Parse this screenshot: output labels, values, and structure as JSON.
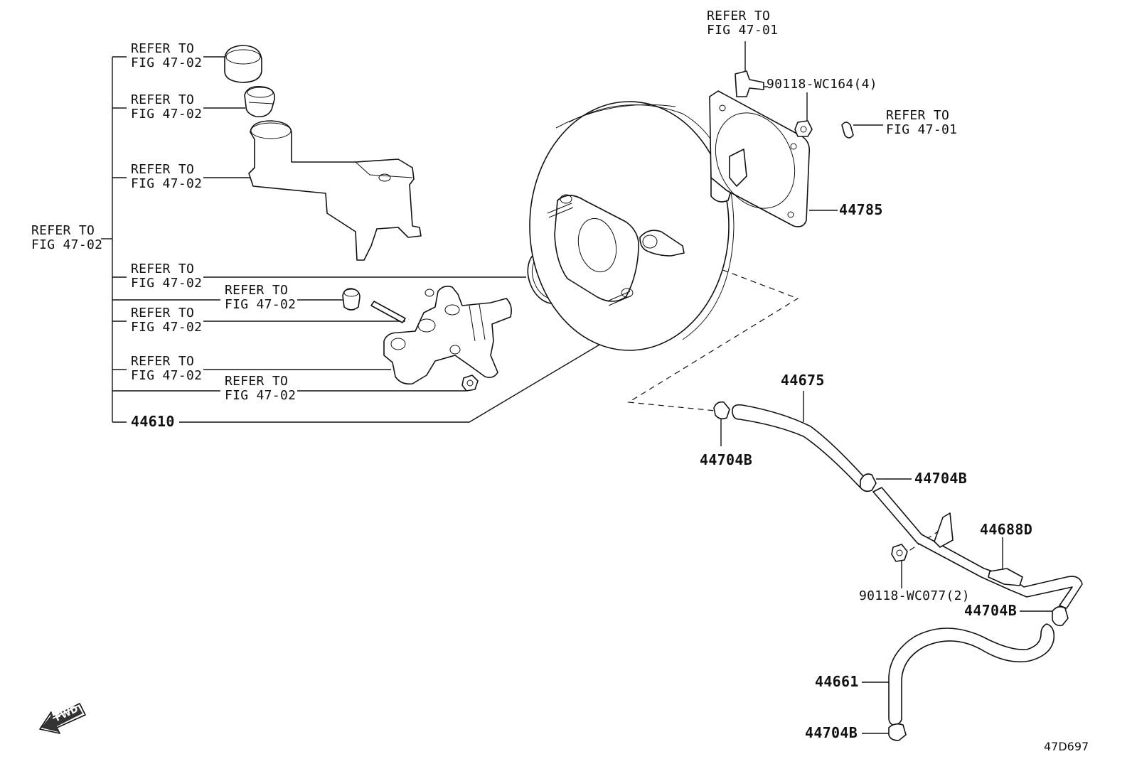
{
  "figure_id": "47D697",
  "fwd_label": "FWD",
  "refs": {
    "r1": [
      "REFER TO",
      "FIG 47-02"
    ],
    "r2": [
      "REFER TO",
      "FIG 47-02"
    ],
    "r3": [
      "REFER TO",
      "FIG 47-02"
    ],
    "r4": [
      "REFER TO",
      "FIG 47-02"
    ],
    "r5": [
      "REFER TO",
      "FIG 47-02"
    ],
    "r6": [
      "REFER TO",
      "FIG 47-02"
    ],
    "r7": [
      "REFER TO",
      "FIG 47-02"
    ],
    "r8": [
      "REFER TO",
      "FIG 47-02"
    ],
    "r9": [
      "REFER TO",
      "FIG 47-02"
    ],
    "r10": [
      "REFER TO",
      "FIG 47-01"
    ],
    "r11": [
      "REFER TO",
      "FIG 47-01"
    ]
  },
  "parts": {
    "p44610": "44610",
    "p44785": "44785",
    "p90118a": "90118-WC164(4)",
    "p44675": "44675",
    "p44704a": "44704B",
    "p44704b": "44704B",
    "p44688": "44688D",
    "p90118b": "90118-WC077(2)",
    "p44704c": "44704B",
    "p44661": "44661",
    "p44704d": "44704B"
  }
}
